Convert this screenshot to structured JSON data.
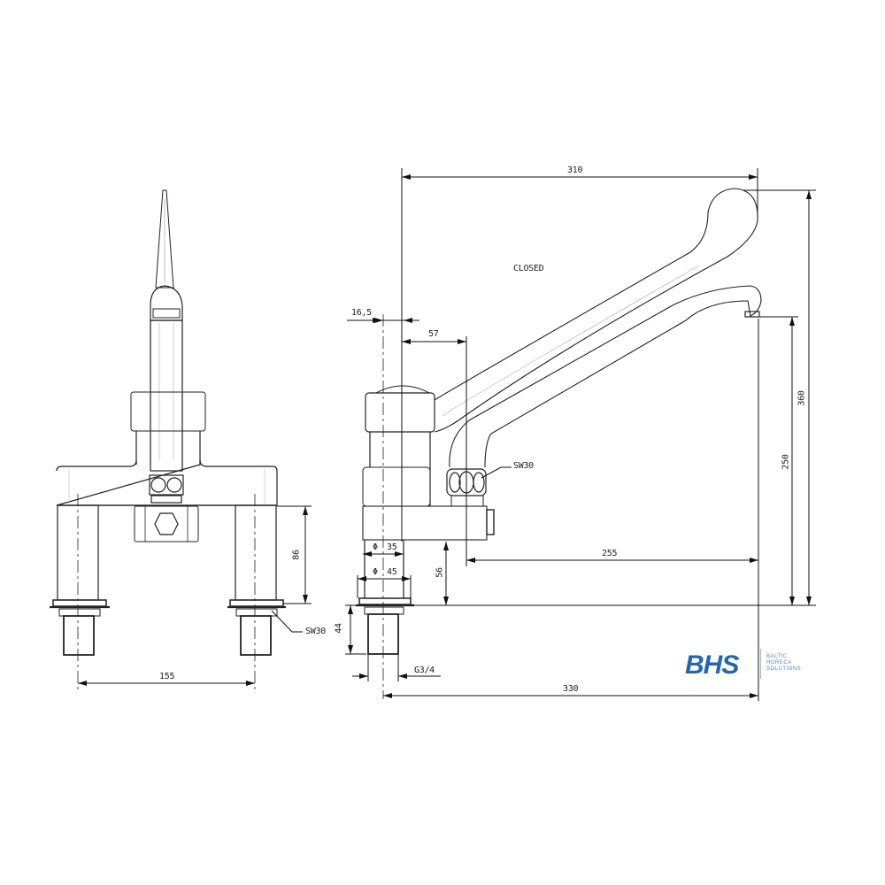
{
  "drawing": {
    "state_label": "CLOSED",
    "front_view": {
      "dimensions": {
        "leg_height": "86",
        "wrench_size": "SW30",
        "center_distance": "155"
      }
    },
    "side_view": {
      "dimensions": {
        "lever_reach": "310",
        "offset_small": "16,5",
        "offset_valve": "57",
        "overall_height": "360",
        "spout_height": "250",
        "spout_reach": "255",
        "body_height": "56",
        "wrench_size": "SW30",
        "diameter_inner": "35",
        "diameter_outer": "45",
        "thread_length": "44",
        "thread_size": "G3/4",
        "overall_reach": "330"
      },
      "diameter_symbol": "Φ"
    }
  },
  "logo": {
    "mark": "BHS",
    "tagline_lines": [
      "BALTIC",
      "HORECA",
      "SOLUTIONS"
    ],
    "color": "#2366b0"
  }
}
